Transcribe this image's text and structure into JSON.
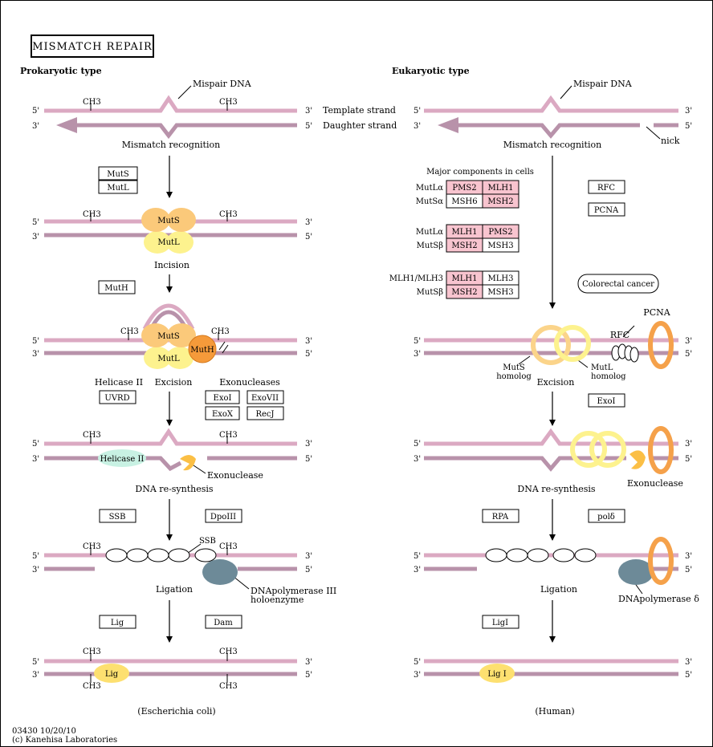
{
  "title": "MISMATCH REPAIR",
  "footer": {
    "id_date": "03430 10/20/10",
    "copyright": "(c) Kanehisa Laboratories"
  },
  "common": {
    "five": "5'",
    "three": "3'",
    "ch3": "CH3"
  },
  "colors": {
    "strand_template": "#dba9c2",
    "strand_daughter": "#b892aa",
    "muts": "#fbc97a",
    "mutl": "#fdf28e",
    "muth": "#f59a3a",
    "helicase": "#c8f1e3",
    "exonuclease": "#fbbf45",
    "polymerase": "#6d8a98",
    "pcna": "#f5a14a",
    "highlight": "#f8c4cf"
  },
  "prokaryotic": {
    "heading": "Prokaryotic type",
    "mispair_dna": "Mispair DNA",
    "template_strand": "Template strand",
    "daughter_strand": "Daughter strand",
    "mismatch_recognition": "Mismatch recognition",
    "boxes_recognition": [
      "MutS",
      "MutL"
    ],
    "muts": "MutS",
    "mutl": "MutL",
    "incision": "Incision",
    "muth_box": "MutH",
    "muth": "MutH",
    "helicase_ii_label": "Helicase II",
    "uvrd": "UVRD",
    "excision": "Excision",
    "exonucleases_label": "Exonucleases",
    "exo_boxes": [
      "ExoI",
      "ExoVII",
      "ExoX",
      "RecJ"
    ],
    "helicase_ii": "Helicase II",
    "exonuclease": "Exonuclease",
    "dna_resynthesis": "DNA re-synthesis",
    "ssb_box": "SSB",
    "dpoiii_box": "DpoIII",
    "ssb": "SSB",
    "dna_polymerase": [
      "DNApolymerase III",
      "holoenzyme"
    ],
    "ligation": "Ligation",
    "lig_box": "Lig",
    "dam_box": "Dam",
    "lig": "Lig",
    "organism": "(Escherichia coli)"
  },
  "eukaryotic": {
    "heading": "Eukaryotic type",
    "mispair_dna": "Mispair DNA",
    "mismatch_recognition": "Mismatch recognition",
    "nick": "nick",
    "components_title": "Major components in cells",
    "components": [
      {
        "label": "MutLα",
        "cells": [
          {
            "text": "PMS2",
            "hl": true
          },
          {
            "text": "MLH1",
            "hl": true
          }
        ]
      },
      {
        "label": "MutSα",
        "cells": [
          {
            "text": "MSH6",
            "hl": false
          },
          {
            "text": "MSH2",
            "hl": true
          }
        ]
      },
      {
        "label": "MutLα",
        "cells": [
          {
            "text": "MLH1",
            "hl": true
          },
          {
            "text": "PMS2",
            "hl": true
          }
        ]
      },
      {
        "label": "MutSβ",
        "cells": [
          {
            "text": "MSH2",
            "hl": true
          },
          {
            "text": "MSH3",
            "hl": false
          }
        ]
      },
      {
        "label": "MLH1/MLH3",
        "cells": [
          {
            "text": "MLH1",
            "hl": true
          },
          {
            "text": "MLH3",
            "hl": false
          }
        ]
      },
      {
        "label": "MutSβ",
        "cells": [
          {
            "text": "MSH2",
            "hl": true
          },
          {
            "text": "MSH3",
            "hl": false
          }
        ]
      }
    ],
    "rfc_box": "RFC",
    "pcna_box": "PCNA",
    "colorectal_cancer": "Colorectal cancer",
    "pcna": "PCNA",
    "rfc": "RFC",
    "muts_homolog": [
      "MutS",
      "homolog"
    ],
    "mutl_homolog": [
      "MutL",
      "homolog"
    ],
    "excision": "Excision",
    "exoi_box": "ExoI",
    "exonuclease": "Exonuclease",
    "dna_resynthesis": "DNA re-synthesis",
    "rpa_box": "RPA",
    "pold_box": "polδ",
    "dna_polymerase_delta": "DNApolymerase δ",
    "ligation": "Ligation",
    "ligi_box": "LigI",
    "lig_i": "Lig I",
    "organism": "(Human)"
  }
}
